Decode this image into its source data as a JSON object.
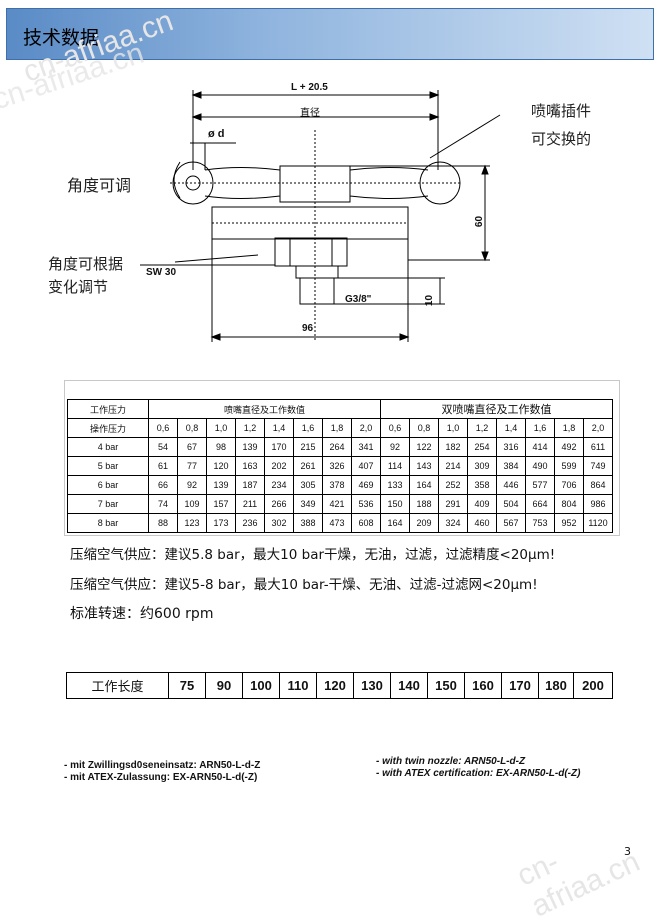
{
  "header": {
    "title": "技术数据"
  },
  "watermarks": [
    "cn-afriaa.cn",
    "cn-afriaa.cn",
    "cn-afriaa.cn"
  ],
  "drawing": {
    "dim_length": "L + 20.5",
    "dim_diameter_label": "直径",
    "dim_d": "ø d",
    "dim_height": "60",
    "dim_sw": "SW 30",
    "dim_thread": "G3/8\"",
    "dim_ten": "10",
    "dim_width": "96"
  },
  "notes": {
    "nozzle_line1": "喷嘴插件",
    "nozzle_line2": "可交换的",
    "angle_adjust": "角度可调",
    "angle_line1": "角度可根据",
    "angle_line2": "变化调节"
  },
  "table1": {
    "row_work_pressure": "工作压力",
    "row_operating_pressure": "操作压力",
    "single_header": "喷嘴直径及工作数值",
    "double_header": "双喷嘴直径及工作数值",
    "diameters": [
      "0,6",
      "0,8",
      "1,0",
      "1,2",
      "1,4",
      "1,6",
      "1,8",
      "2,0"
    ],
    "rows": [
      {
        "label": "4 bar",
        "single": [
          "54",
          "67",
          "98",
          "139",
          "170",
          "215",
          "264",
          "341"
        ],
        "double": [
          "92",
          "122",
          "182",
          "254",
          "316",
          "414",
          "492",
          "611"
        ]
      },
      {
        "label": "5 bar",
        "single": [
          "61",
          "77",
          "120",
          "163",
          "202",
          "261",
          "326",
          "407"
        ],
        "double": [
          "114",
          "143",
          "214",
          "309",
          "384",
          "490",
          "599",
          "749"
        ]
      },
      {
        "label": "6 bar",
        "single": [
          "66",
          "92",
          "139",
          "187",
          "234",
          "305",
          "378",
          "469"
        ],
        "double": [
          "133",
          "164",
          "252",
          "358",
          "446",
          "577",
          "706",
          "864"
        ]
      },
      {
        "label": "7 bar",
        "single": [
          "74",
          "109",
          "157",
          "211",
          "266",
          "349",
          "421",
          "536"
        ],
        "double": [
          "150",
          "188",
          "291",
          "409",
          "504",
          "664",
          "804",
          "986"
        ]
      },
      {
        "label": "8 bar",
        "single": [
          "88",
          "123",
          "173",
          "236",
          "302",
          "388",
          "473",
          "608"
        ],
        "double": [
          "164",
          "209",
          "324",
          "460",
          "567",
          "753",
          "952",
          "1120"
        ]
      }
    ]
  },
  "paragraphs": {
    "p1": "压缩空气供应：建议5.8 bar，最大10 bar干燥，无油，过滤，过滤精度<20μm!",
    "p2": "压缩空气供应：建议5-8 bar，最大10 bar-干燥、无油、过滤-过滤网<20μm!",
    "p3": "标准转速：约600 rpm"
  },
  "table2": {
    "label": "工作长度",
    "values": [
      "75",
      "90",
      "100",
      "110",
      "120",
      "130",
      "140",
      "150",
      "160",
      "170",
      "180",
      "200"
    ]
  },
  "bottom": {
    "left1": "- mit Zwillingsd0seneinsatz: ARN50-L-d-Z",
    "left2": "- mit ATEX-Zulassung: EX-ARN50-L-d(-Z)",
    "right1": "- with twin nozzle: ARN50-L-d-Z",
    "right2": "- with ATEX certification: EX-ARN50-L-d(-Z)"
  },
  "page_number": "3"
}
